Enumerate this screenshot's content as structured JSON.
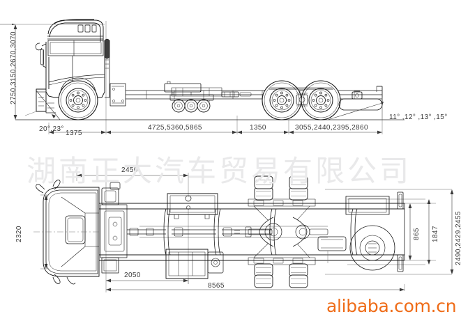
{
  "drawing": {
    "title": "Truck chassis technical drawing",
    "background_color": "#ffffff",
    "line_color": "#1a1a1a",
    "dim_text_color": "#3a3a3a"
  },
  "watermarks": {
    "company_cn": "湖南正大汽车贸易有限公司",
    "company_cn_color": "#e9e9ea",
    "site": "alibaba.com.cn",
    "site_color": "#ef6c18"
  },
  "side_view": {
    "name": "side-elevation",
    "dimensions": {
      "overall_height": "2750,3150,2670,3070",
      "front_overhang": "1375",
      "wheelbase": "4725,5360,5865",
      "axle_spacing": "1350",
      "rear_overhang": "3055,2440,2395,2860",
      "approach_angle": "20°,23°",
      "departure_angle": "11° ,12° ,13° ,15°"
    }
  },
  "top_view": {
    "name": "plan-view",
    "dimensions": {
      "cab_width": "2320",
      "tank_position": "2450",
      "battery_position": "2050",
      "overall_length": "8565",
      "frame_inner_width": "865",
      "track_inner": "1847",
      "overall_width": "2490,2429,2455"
    }
  }
}
